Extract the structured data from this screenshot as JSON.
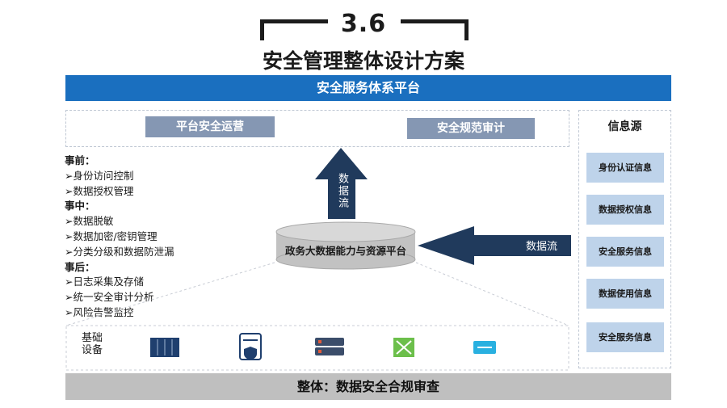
{
  "header": {
    "section_number": "3.6",
    "title": "安全管理整体设计方案"
  },
  "top_bar": "安全服务体系平台",
  "platform_boxes": {
    "left": "平台安全运营",
    "right": "安全规范审计"
  },
  "phases": [
    {
      "heading": "事前：",
      "items": [
        "➢身份访问控制",
        "➢数据授权管理"
      ]
    },
    {
      "heading": "事中：",
      "items": [
        "➢数据脱敏",
        "➢数据加密/密钥管理",
        "➢分类分级和数据防泄漏"
      ]
    },
    {
      "heading": "事后：",
      "items": [
        "➢日志采集及存储",
        "➢统一安全审计分析",
        "➢风险告警监控"
      ]
    }
  ],
  "up_arrow_label": "数据流",
  "left_arrow_label": "数据流",
  "cylinder_label": "政务大数据能力与资源平台",
  "info_panel": {
    "title": "信息源",
    "items": [
      "身份认证信息",
      "数据授权信息",
      "安全服务信息",
      "数据使用信息",
      "安全服务信息"
    ]
  },
  "infra_label": "基础\n设备",
  "bottom_bar": "整体：数据安全合规审查",
  "colors": {
    "primary_blue": "#1a6fbf",
    "arrow_navy": "#203a5c",
    "gray_button": "#8597b3",
    "light_blue": "#bed3ea",
    "bottom_gray": "#bfbfbf"
  }
}
